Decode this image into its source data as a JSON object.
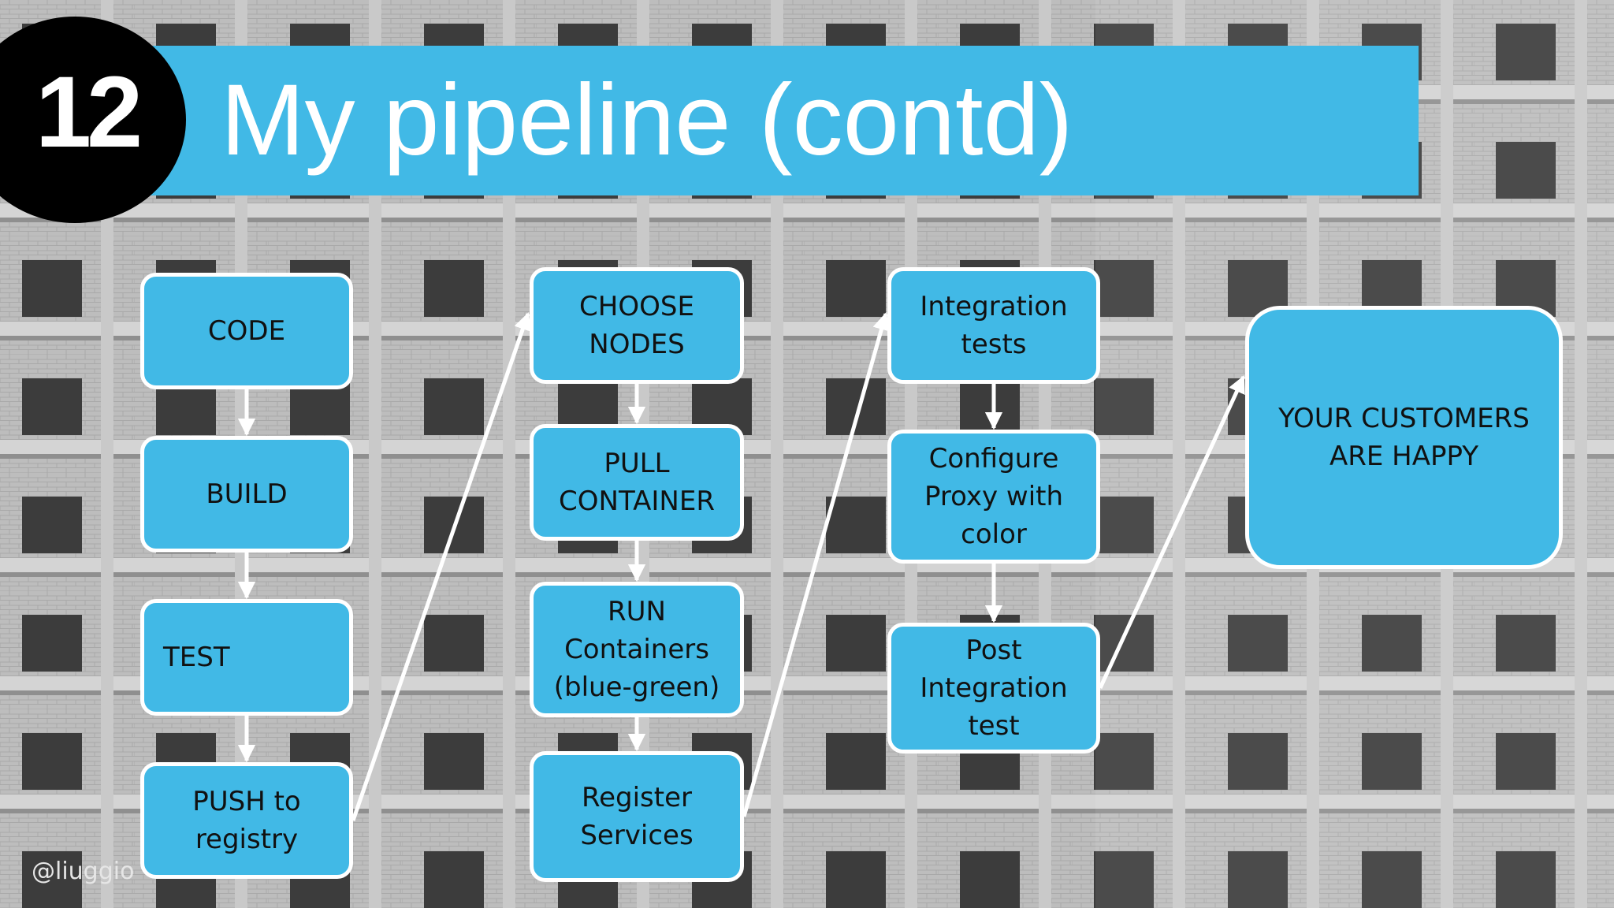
{
  "slide": {
    "number": "12",
    "title": "My pipeline (contd)",
    "handle": "@liuggio"
  },
  "colors": {
    "accent": "#41b9e6",
    "box_border": "#ffffff",
    "arrow": "#ffffff",
    "badge": "#000000"
  },
  "nodes": [
    {
      "id": "code",
      "label": "CODE"
    },
    {
      "id": "build",
      "label": "BUILD"
    },
    {
      "id": "test",
      "label": "TEST"
    },
    {
      "id": "push",
      "label": "PUSH to\nregistry"
    },
    {
      "id": "choose",
      "label": "CHOOSE\nNODES"
    },
    {
      "id": "pull",
      "label": "PULL\nCONTAINER"
    },
    {
      "id": "run",
      "label": "RUN\nContainers\n(blue-green)"
    },
    {
      "id": "register",
      "label": "Register\nServices"
    },
    {
      "id": "integration",
      "label": "Integration\ntests"
    },
    {
      "id": "proxy",
      "label": "Configure\nProxy with\ncolor"
    },
    {
      "id": "post",
      "label": "Post\nIntegration\ntest"
    },
    {
      "id": "happy",
      "label": "YOUR CUSTOMERS\nARE HAPPY"
    }
  ],
  "edges": [
    {
      "from": "code",
      "to": "build"
    },
    {
      "from": "build",
      "to": "test"
    },
    {
      "from": "test",
      "to": "push"
    },
    {
      "from": "push",
      "to": "choose"
    },
    {
      "from": "choose",
      "to": "pull"
    },
    {
      "from": "pull",
      "to": "run"
    },
    {
      "from": "run",
      "to": "register"
    },
    {
      "from": "register",
      "to": "integration"
    },
    {
      "from": "integration",
      "to": "proxy"
    },
    {
      "from": "proxy",
      "to": "post"
    },
    {
      "from": "post",
      "to": "happy"
    }
  ]
}
